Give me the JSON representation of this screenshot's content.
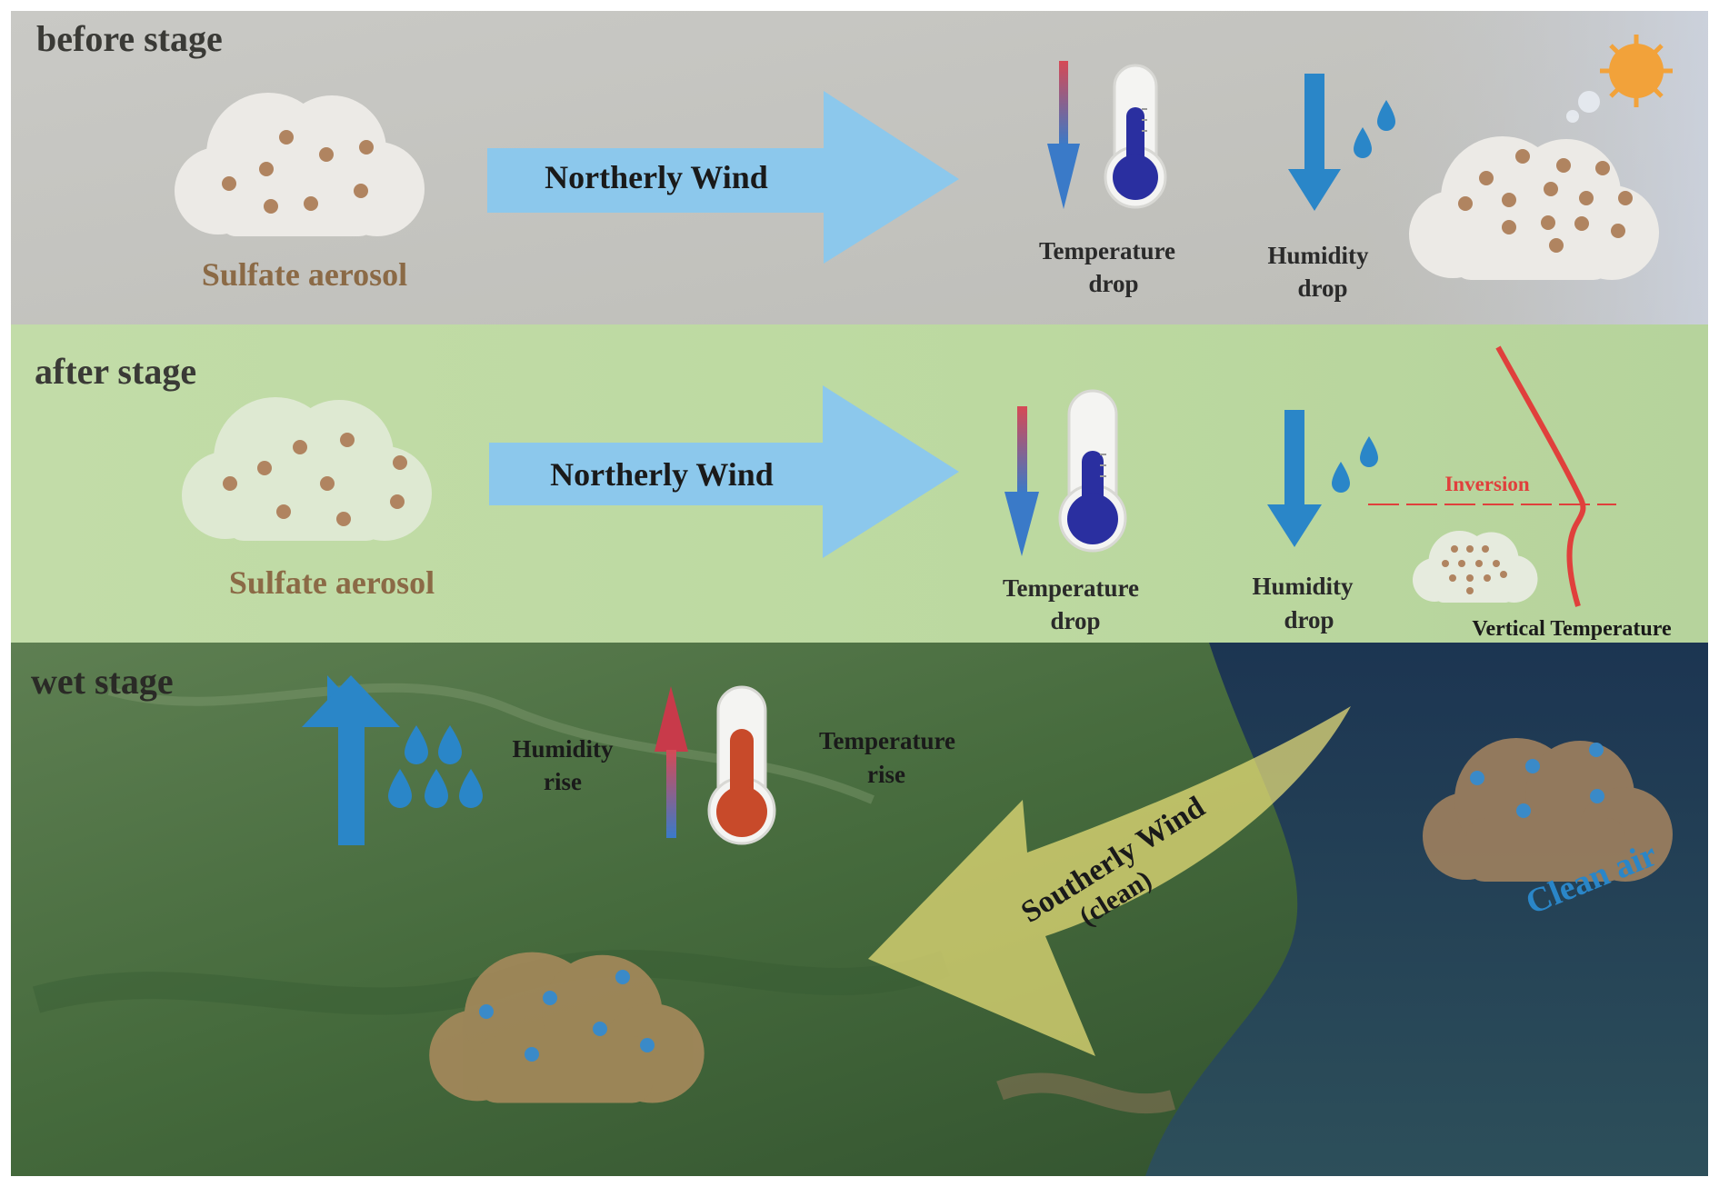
{
  "stages": {
    "before": {
      "title": "before stage",
      "aerosol_label": "Sulfate aerosol",
      "wind_label": "Northerly Wind",
      "temperature_label": [
        "Temperature",
        "drop"
      ],
      "humidity_label": [
        "Humidity",
        "drop"
      ]
    },
    "after": {
      "title": "after stage",
      "aerosol_label": "Sulfate aerosol",
      "wind_label": "Northerly Wind",
      "temperature_label": [
        "Temperature",
        "drop"
      ],
      "humidity_label": [
        "Humidity",
        "drop"
      ],
      "inversion_label": "Inversion",
      "vertical_profile_label": "Vertical Temperature"
    },
    "wet": {
      "title": "wet stage",
      "humidity_label": [
        "Humidity",
        "rise"
      ],
      "temperature_label": [
        "Temperature",
        "rise"
      ],
      "wind_label": "Southerly Wind",
      "wind_sublabel": "(clean)",
      "clean_air_label": "Clean air"
    }
  },
  "colors": {
    "aerosol_label": "#8b6a46",
    "aerosol_dot": "#b08460",
    "wind_arrow": "#8cc8ec",
    "thermometer_blue": "#2a2fa0",
    "thermometer_red": "#c84a2a",
    "humidity_arrow": "#2a86c8",
    "inversion": "#e0403c",
    "southerly_arrow": "#efe47a",
    "clean_air": "#2a86c8",
    "clean_dot": "#3a8ac8"
  },
  "icons": [
    "cloud-icon",
    "wind-arrow-icon",
    "thermometer-icon",
    "down-arrow-icon",
    "up-arrow-icon",
    "water-drop-icon",
    "sun-icon"
  ]
}
